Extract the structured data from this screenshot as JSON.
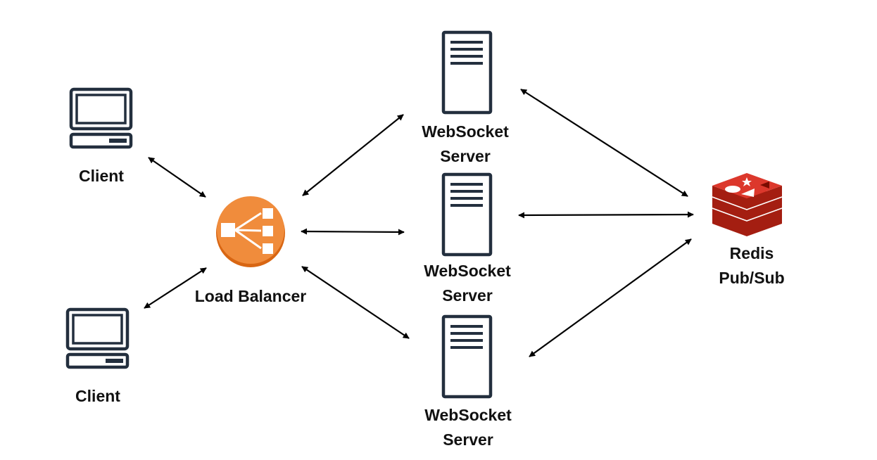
{
  "nodes": {
    "client_top": {
      "label": "Client",
      "icon": "desktop-computer-icon"
    },
    "client_bottom": {
      "label": "Client",
      "icon": "desktop-computer-icon"
    },
    "load_balancer": {
      "label": "Load Balancer",
      "icon": "load-balancer-icon",
      "color": "#E7842C"
    },
    "ws_top": {
      "line1": "WebSocket",
      "line2": "Server",
      "icon": "server-icon"
    },
    "ws_middle": {
      "line1": "WebSocket",
      "line2": "Server",
      "icon": "server-icon"
    },
    "ws_bottom": {
      "line1": "WebSocket",
      "line2": "Server",
      "icon": "server-icon"
    },
    "redis": {
      "line1": "Redis",
      "line2": "Pub/Sub",
      "icon": "redis-logo-icon",
      "color": "#C6302B"
    }
  },
  "connections": [
    {
      "from": "client_top",
      "to": "load_balancer",
      "direction": "bidirectional"
    },
    {
      "from": "client_bottom",
      "to": "load_balancer",
      "direction": "bidirectional"
    },
    {
      "from": "load_balancer",
      "to": "ws_top",
      "direction": "bidirectional"
    },
    {
      "from": "load_balancer",
      "to": "ws_middle",
      "direction": "bidirectional"
    },
    {
      "from": "load_balancer",
      "to": "ws_bottom",
      "direction": "bidirectional"
    },
    {
      "from": "ws_top",
      "to": "redis",
      "direction": "bidirectional"
    },
    {
      "from": "ws_middle",
      "to": "redis",
      "direction": "bidirectional"
    },
    {
      "from": "ws_bottom",
      "to": "redis",
      "direction": "bidirectional"
    }
  ],
  "colors": {
    "outline": "#232F3E",
    "arrow": "#000000",
    "text": "#111111"
  }
}
